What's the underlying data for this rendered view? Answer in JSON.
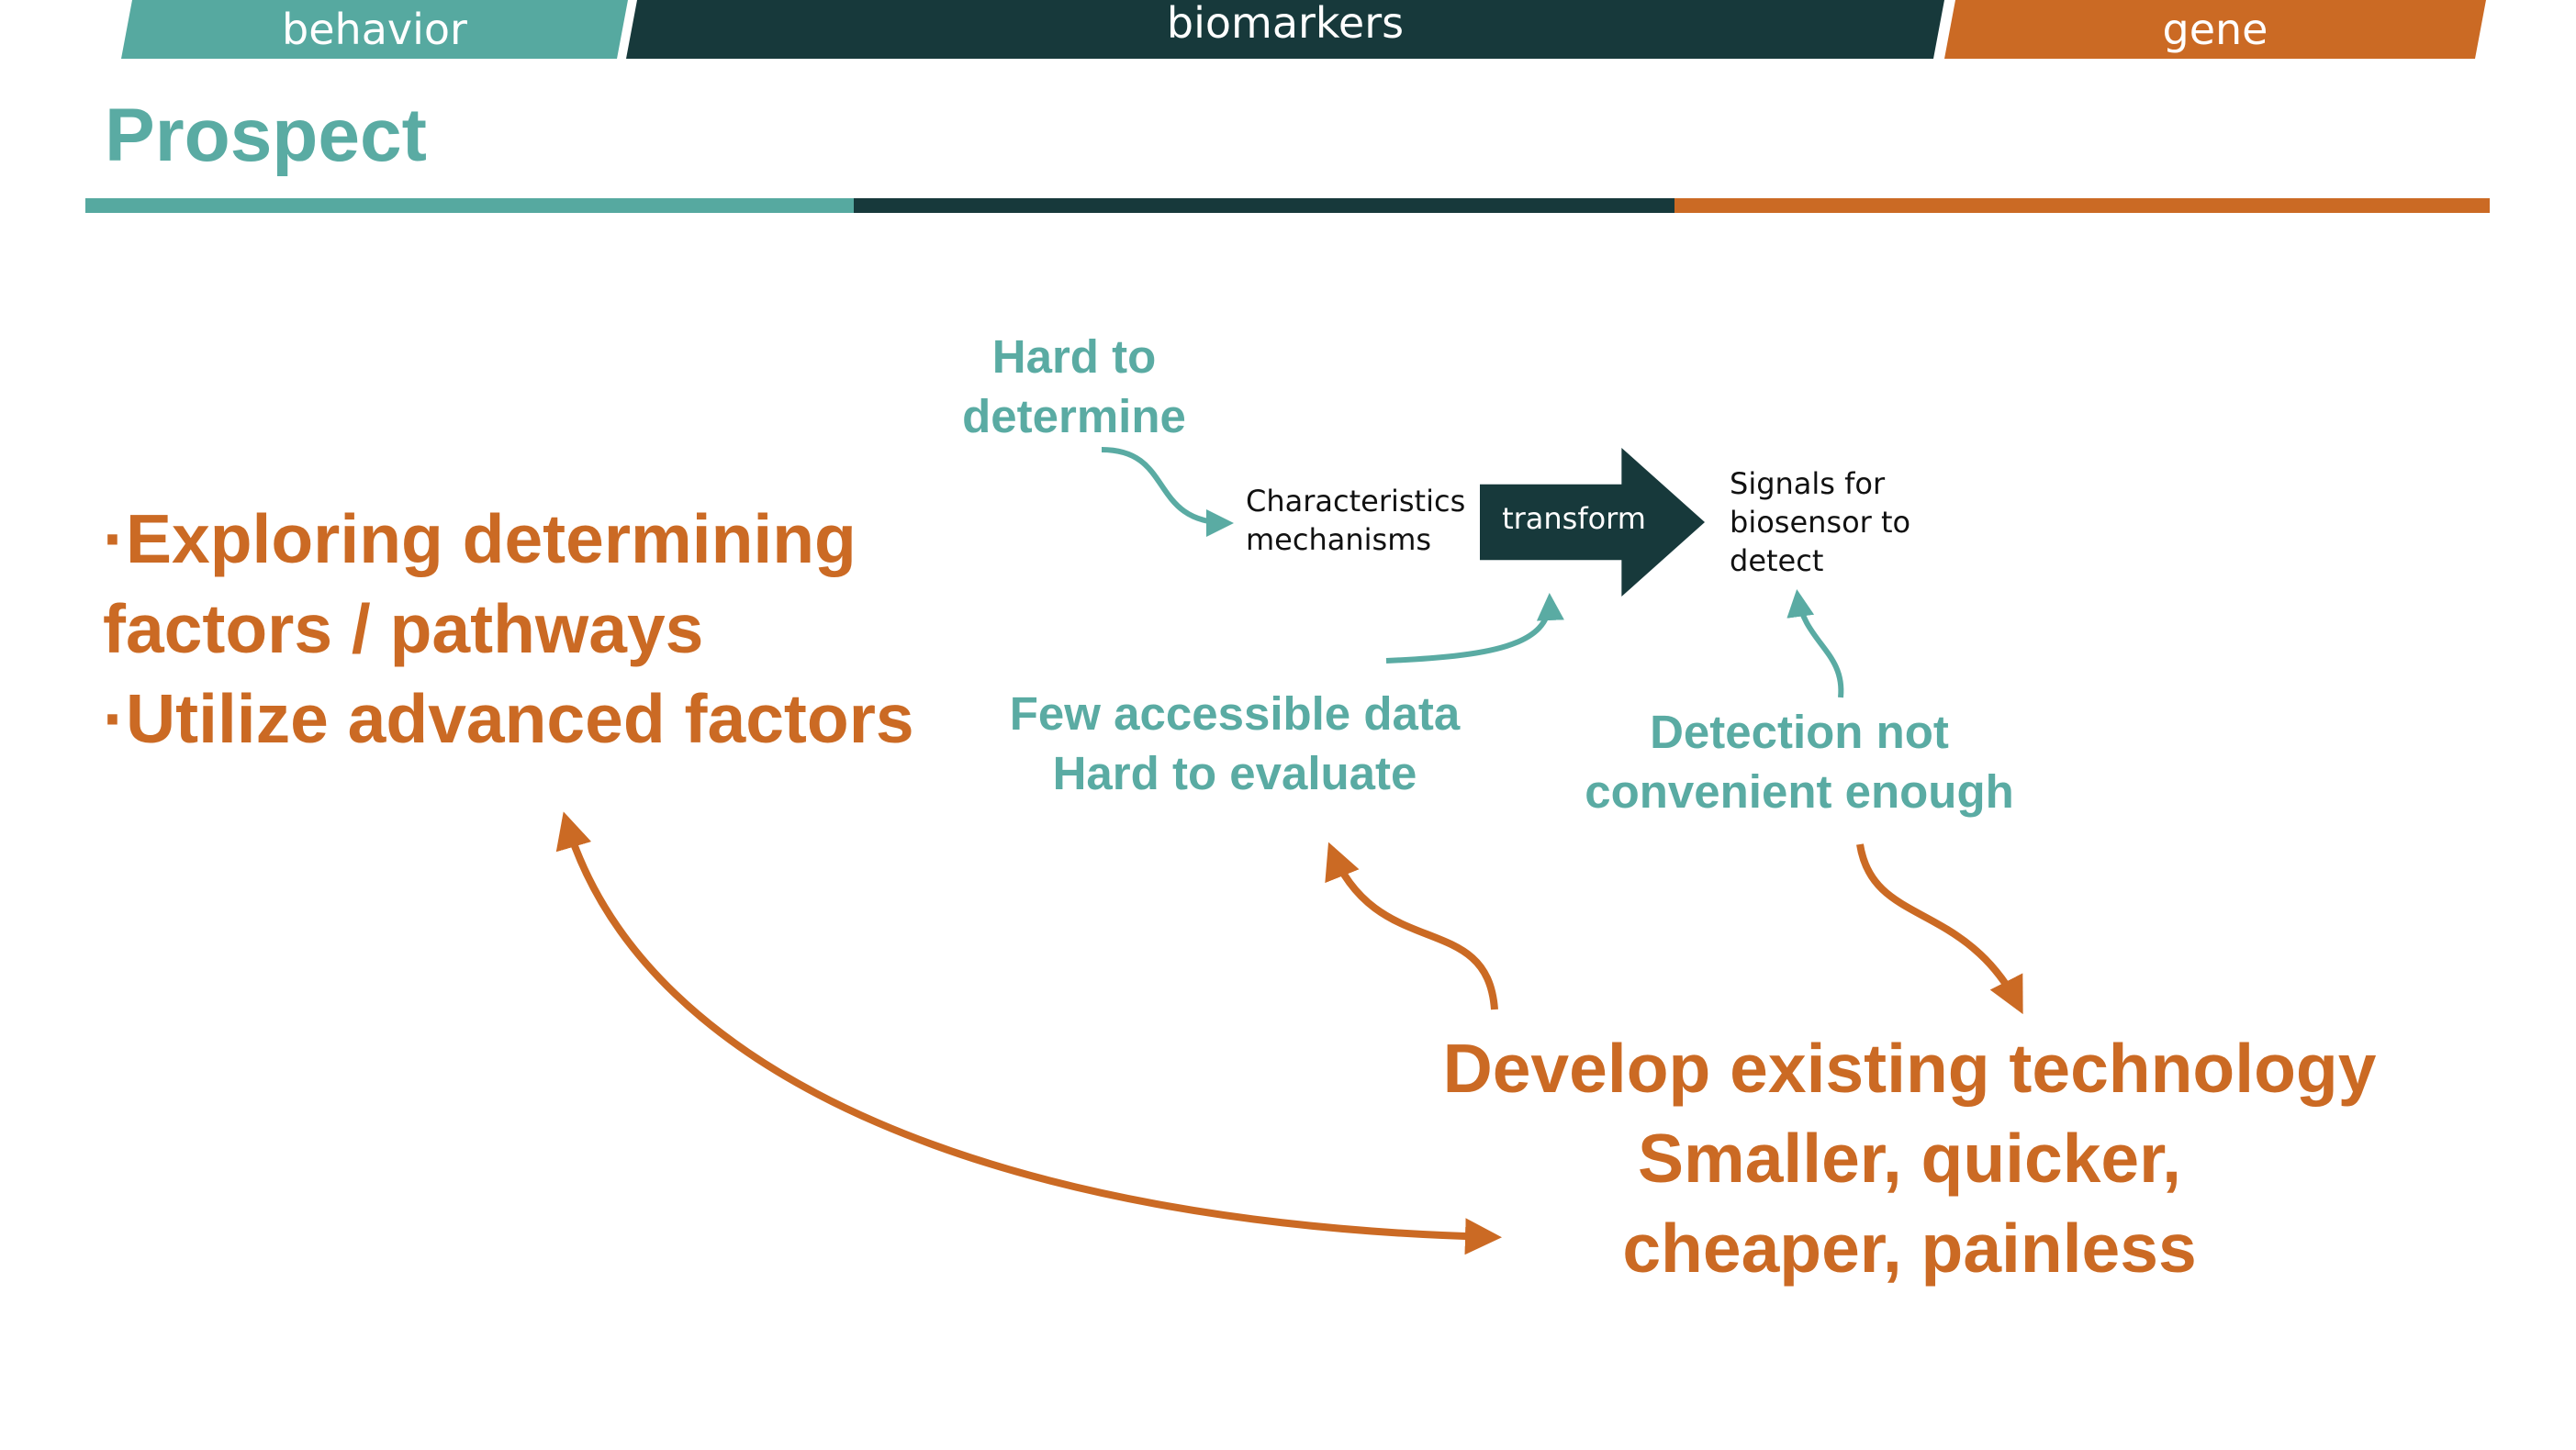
{
  "nav": {
    "tabs": [
      {
        "label": "behavior",
        "color": "#56a9a0"
      },
      {
        "label": "biomarkers",
        "color": "#17393b"
      },
      {
        "label": "gene",
        "color": "#cb6a24"
      }
    ]
  },
  "slide": {
    "title": "Prospect",
    "left_points": [
      "·Exploring determining",
      "factors / pathways",
      "·Utilize advanced factors"
    ],
    "diagram": {
      "hard_to_determine": [
        "Hard to",
        "determine"
      ],
      "characteristics": [
        "Characteristics",
        "mechanisms"
      ],
      "transform": "transform",
      "signals": [
        "Signals for",
        "biosensor to",
        "detect"
      ],
      "few_data": [
        "Few accessible data",
        "Hard to evaluate"
      ],
      "detection": [
        "Detection not",
        "convenient enough"
      ]
    },
    "develop": [
      "Develop existing technology",
      "Smaller, quicker,",
      "cheaper, painless"
    ]
  },
  "colors": {
    "teal": "#5aaba3",
    "dark": "#17393b",
    "orange": "#cb6a24"
  }
}
